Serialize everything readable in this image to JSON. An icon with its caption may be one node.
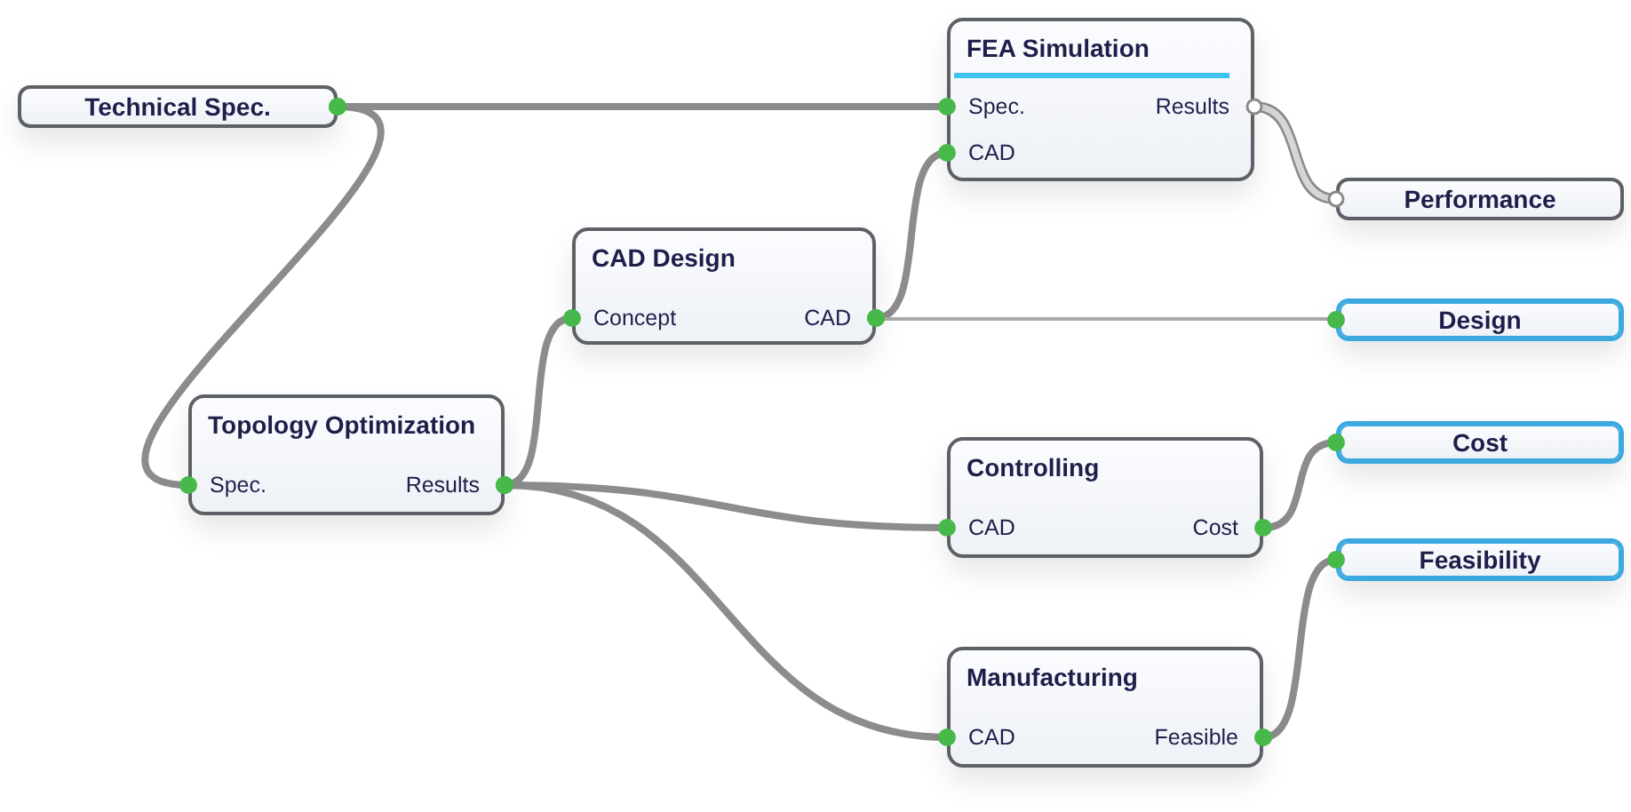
{
  "diagram": {
    "nodes": [
      {
        "text": [
          "FEA Simulation",
          "Spec.",
          "CAD",
          "Results"
        ]
      },
      {
        "text": [
          "Technical Spec."
        ]
      },
      {
        "text": [
          "Performance"
        ]
      },
      {
        "text": [
          "CAD Design",
          "Concept",
          "CAD"
        ]
      },
      {
        "text": [
          "Design"
        ]
      },
      {
        "text": [
          "Topology Optimization",
          "Spec.",
          "Results"
        ]
      },
      {
        "text": [
          "Cost"
        ]
      },
      {
        "text": [
          "Controlling",
          "CAD",
          "Cost"
        ]
      },
      {
        "text": [
          "Feasibility"
        ]
      },
      {
        "text": [
          "Manufacturing",
          "CAD",
          "Feasible"
        ]
      }
    ],
    "edges": [
      {
        "from": 1,
        "to": 0,
        "arrow": "none"
      },
      {
        "from": 1,
        "to": 5,
        "arrow": "none"
      },
      {
        "from": 3,
        "to": 0,
        "arrow": "none"
      },
      {
        "from": 0,
        "to": 2,
        "arrow": "none",
        "color": "#d6d6d6"
      },
      {
        "from": 3,
        "to": 4,
        "arrow": "none",
        "color": "#aaaaaa"
      },
      {
        "from": 5,
        "to": 3,
        "arrow": "none"
      },
      {
        "from": 5,
        "to": 7,
        "arrow": "none"
      },
      {
        "from": 5,
        "to": 9,
        "arrow": "none"
      },
      {
        "from": 7,
        "to": 6,
        "arrow": "none"
      },
      {
        "from": 9,
        "to": 8,
        "arrow": "none"
      }
    ]
  }
}
